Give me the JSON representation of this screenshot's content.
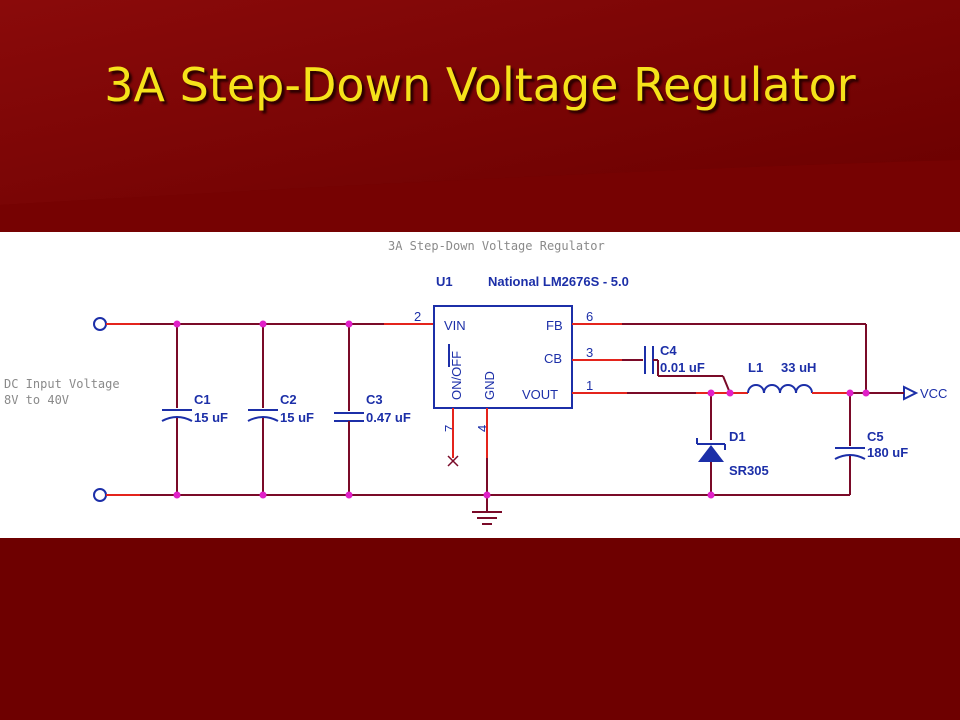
{
  "title": "3A Step-Down Voltage Regulator",
  "schematic": {
    "heading": "3A Step-Down Voltage Regulator",
    "ic": {
      "ref": "U1",
      "part": "National LM2676S - 5.0",
      "pins": [
        {
          "name": "VIN",
          "number": "2"
        },
        {
          "name": "FB",
          "number": "6"
        },
        {
          "name": "CB",
          "number": "3"
        },
        {
          "name": "VOUT",
          "number": "1"
        },
        {
          "name": "ON/OFF",
          "number": "7"
        },
        {
          "name": "GND",
          "number": "4"
        }
      ]
    },
    "input_label": [
      "DC Input Voltage",
      "8V to 40V"
    ],
    "output_label": "VCC",
    "components": [
      {
        "ref": "C1",
        "value": "15 uF"
      },
      {
        "ref": "C2",
        "value": "15 uF"
      },
      {
        "ref": "C3",
        "value": "0.47 uF"
      },
      {
        "ref": "C4",
        "value": "0.01 uF"
      },
      {
        "ref": "L1",
        "value": "33 uH"
      },
      {
        "ref": "D1",
        "value": "SR305"
      },
      {
        "ref": "C5",
        "value": "180 uF"
      }
    ],
    "colors": {
      "wire": "#7a0a28",
      "pin": "#e4241c",
      "junction": "#e020c8",
      "symbol": "#1c2fa8"
    }
  }
}
